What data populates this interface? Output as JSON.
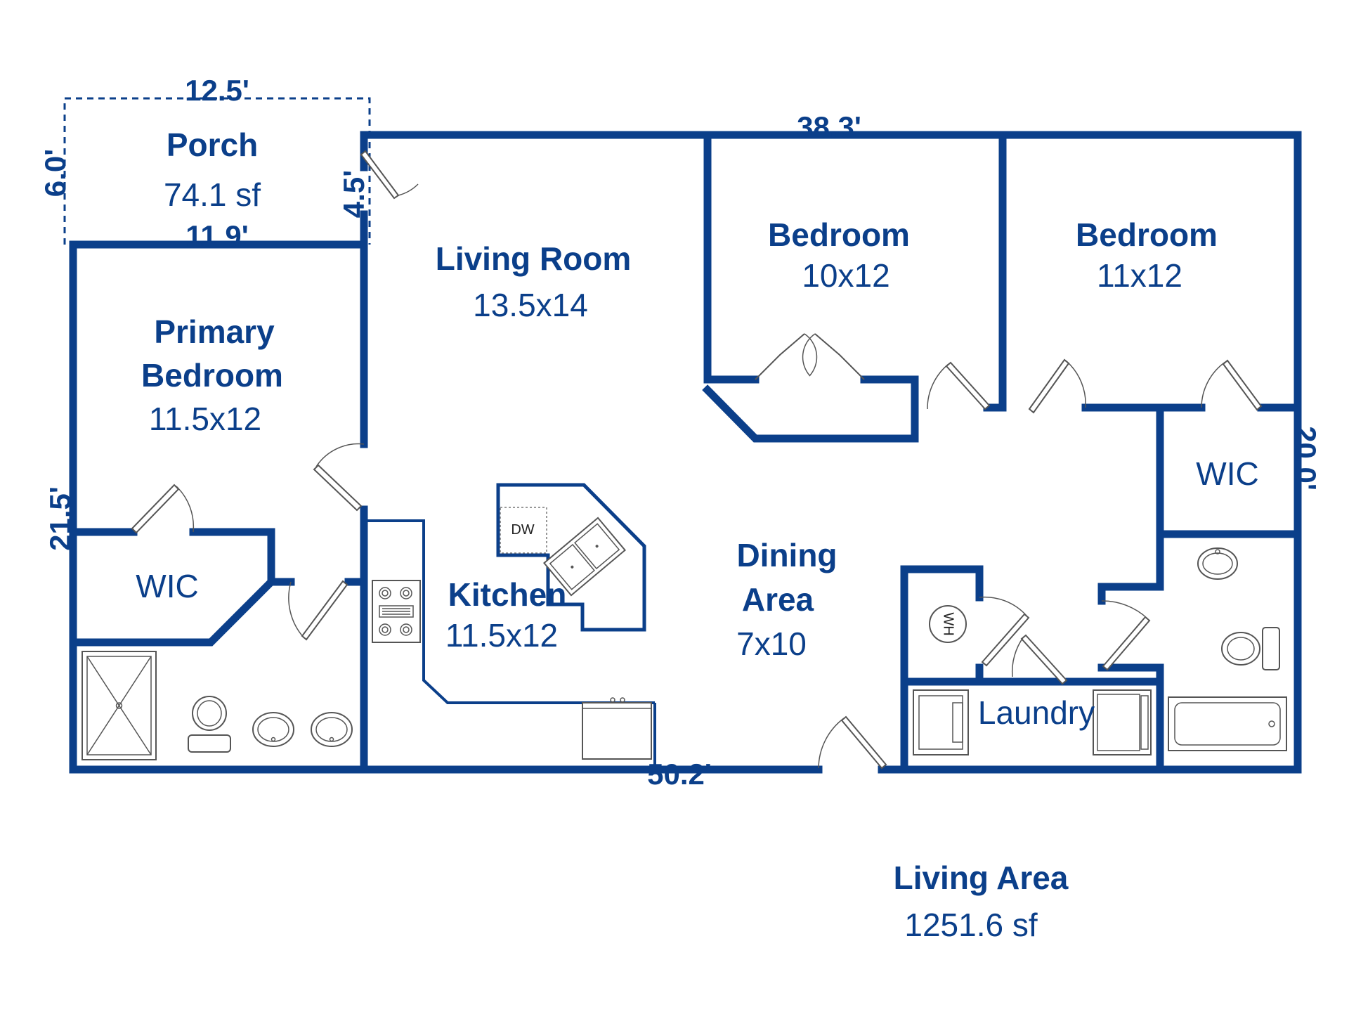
{
  "rooms": {
    "porch": {
      "name": "Porch",
      "size": "74.1 sf"
    },
    "living_room": {
      "name": "Living Room",
      "size": "13.5x14"
    },
    "bedroom_2": {
      "name": "Bedroom",
      "size": "10x12"
    },
    "bedroom_3": {
      "name": "Bedroom",
      "size": "11x12"
    },
    "primary_bedroom": {
      "name_line1": "Primary",
      "name_line2": "Bedroom",
      "size": "11.5x12"
    },
    "primary_wic": {
      "name": "WIC"
    },
    "wic_right": {
      "name": "WIC"
    },
    "kitchen": {
      "name": "Kitchen",
      "size": "11.5x12"
    },
    "dining": {
      "name_line1": "Dining",
      "name_line2": "Area",
      "size": "7x10"
    },
    "laundry": {
      "name": "Laundry"
    }
  },
  "dimensions": {
    "porch_top": "12.5'",
    "porch_side": "6.0'",
    "porch_bottom": "11.9'",
    "entry_side": "4.5'",
    "top_overall": "38.3'",
    "left_overall": "21.5'",
    "right_overall": "20.0'",
    "bottom_overall": "50.2'"
  },
  "appliances": {
    "dishwasher": "DW",
    "water_heater": "WH"
  },
  "summary": {
    "title": "Living Area",
    "value": "1251.6 sf"
  },
  "colors": {
    "wall": "#0b3f8a",
    "background": "#ffffff"
  }
}
